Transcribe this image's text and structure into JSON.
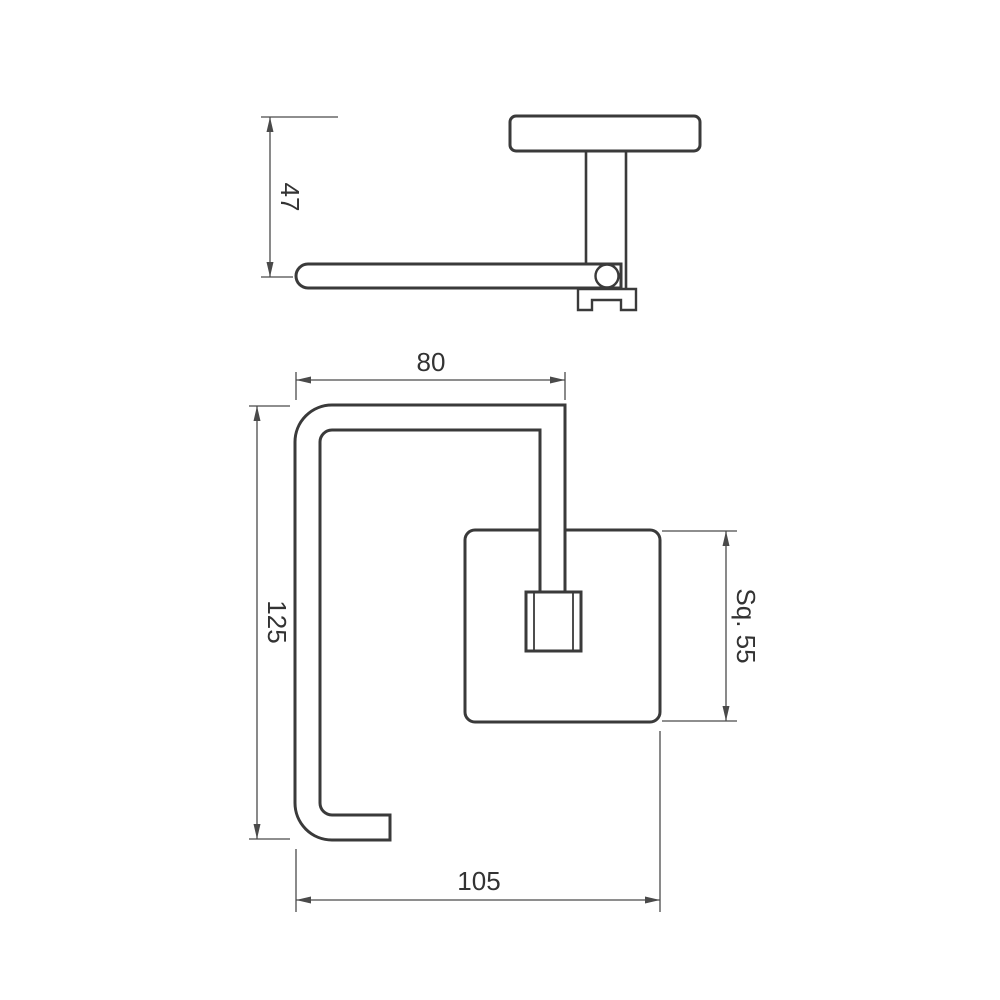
{
  "page": {
    "background_color": "#ffffff"
  },
  "drawing": {
    "line_color": "#3a3a3a",
    "dim_color": "#4a4a4a",
    "text_color": "#333333",
    "dimensions": {
      "depth": "47",
      "top_width": "80",
      "height": "125",
      "plate": "Sq. 55",
      "bottom_width": "105"
    }
  }
}
